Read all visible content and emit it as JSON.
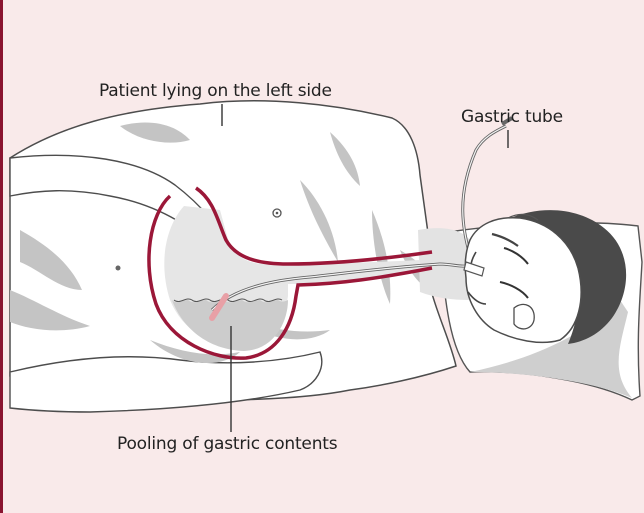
{
  "labels": {
    "patient_position": "Patient lying on the left side",
    "gastric_tube": "Gastric tube",
    "pooling": "Pooling of gastric contents"
  },
  "colors": {
    "background": "#f9eaea",
    "accent_rule": "#8a1430",
    "stomach_outline": "#9b1738",
    "outline": "#4d4d4d",
    "shading": "#bfbfbf",
    "fluid": "#ececec"
  }
}
